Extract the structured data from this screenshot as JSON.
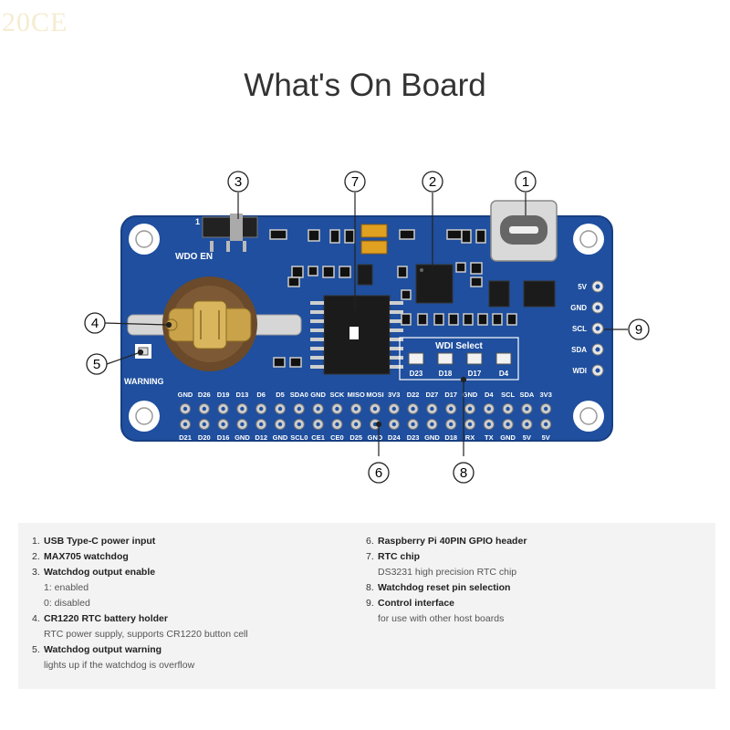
{
  "watermark": "20CE",
  "title": "What's On Board",
  "callouts": [
    "1",
    "2",
    "3",
    "4",
    "5",
    "6",
    "7",
    "8",
    "9"
  ],
  "board": {
    "switch_label": "WDO EN",
    "switch_pos": "1",
    "warning_label": "WARNING",
    "wdi_select": "WDI Select",
    "wdi_pins": [
      "D23",
      "D18",
      "D17",
      "D4"
    ],
    "right_pins": [
      "5V",
      "GND",
      "SCL",
      "SDA",
      "WDI"
    ],
    "top_pins": [
      "GND",
      "D26",
      "D19",
      "D13",
      "D6",
      "D5",
      "SDA0",
      "GND",
      "SCK",
      "MISO",
      "MOSI",
      "3V3",
      "D22",
      "D27",
      "D17",
      "GND",
      "D4",
      "SCL",
      "SDA",
      "3V3"
    ],
    "bottom_pins": [
      "D21",
      "D20",
      "D16",
      "GND",
      "D12",
      "GND",
      "SCL0",
      "CE1",
      "CE0",
      "D25",
      "GND",
      "D24",
      "D23",
      "GND",
      "D18",
      "RX",
      "TX",
      "GND",
      "5V",
      "5V"
    ]
  },
  "legend": {
    "left": [
      {
        "num": "1.",
        "title": "USB Type-C power input",
        "subs": []
      },
      {
        "num": "2.",
        "title": "MAX705 watchdog",
        "subs": []
      },
      {
        "num": "3.",
        "title": "Watchdog output enable",
        "subs": [
          "1: enabled",
          "0: disabled"
        ]
      },
      {
        "num": "4.",
        "title": "CR1220 RTC battery holder",
        "subs": [
          "RTC power supply, supports CR1220 button cell"
        ]
      },
      {
        "num": "5.",
        "title": "Watchdog output warning",
        "subs": [
          "lights up if the watchdog is overflow"
        ]
      }
    ],
    "right": [
      {
        "num": "6.",
        "title": "Raspberry Pi 40PIN GPIO header",
        "subs": []
      },
      {
        "num": "7.",
        "title": "RTC chip",
        "subs": [
          "DS3231 high precision RTC chip"
        ]
      },
      {
        "num": "8.",
        "title": "Watchdog reset pin selection",
        "subs": []
      },
      {
        "num": "9.",
        "title": "Control interface",
        "subs": [
          "for use with other host boards"
        ]
      }
    ]
  },
  "colors": {
    "pcb": "#1f4f9e",
    "pcb_edge": "#173f82",
    "silk": "#ffffff",
    "gold": "#c9a24a",
    "chip": "#1b1b1b"
  }
}
